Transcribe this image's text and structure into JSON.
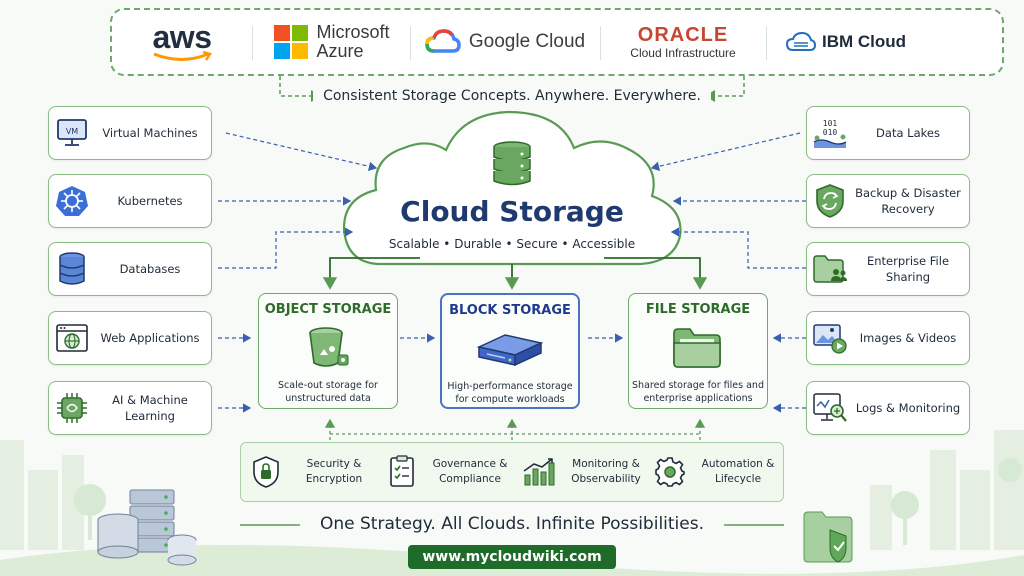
{
  "providers": [
    {
      "id": "aws",
      "label": "aws"
    },
    {
      "id": "azure",
      "line1": "Microsoft",
      "line2": "Azure"
    },
    {
      "id": "google",
      "label": "Google Cloud"
    },
    {
      "id": "oracle",
      "line1": "ORACLE",
      "line2": "Cloud Infrastructure"
    },
    {
      "id": "ibm",
      "label": "IBM Cloud"
    }
  ],
  "tagline_top": "Consistent Storage Concepts. Anywhere. Everywhere.",
  "cloud": {
    "title": "Cloud Storage",
    "subtitle": "Scalable • Durable • Secure • Accessible",
    "icon": "database-stack-icon"
  },
  "left_items": [
    {
      "label": "Virtual Machines",
      "icon": "vm-monitor-icon"
    },
    {
      "label": "Kubernetes",
      "icon": "kubernetes-icon"
    },
    {
      "label": "Databases",
      "icon": "database-icon"
    },
    {
      "label": "Web Applications",
      "icon": "web-browser-icon"
    },
    {
      "label": "AI & Machine Learning",
      "icon": "ai-chip-icon"
    }
  ],
  "right_items": [
    {
      "label": "Data Lakes",
      "icon": "data-lake-icon"
    },
    {
      "label": "Backup & Disaster Recovery",
      "icon": "shield-sync-icon"
    },
    {
      "label": "Enterprise File Sharing",
      "icon": "shared-folder-icon"
    },
    {
      "label": "Images & Videos",
      "icon": "media-icon"
    },
    {
      "label": "Logs & Monitoring",
      "icon": "log-search-icon"
    }
  ],
  "storage_types": [
    {
      "title": "OBJECT STORAGE",
      "desc": "Scale-out storage for unstructured data",
      "icon": "bucket-icon"
    },
    {
      "title": "BLOCK STORAGE",
      "desc": "High-performance storage for compute workloads",
      "icon": "block-device-icon"
    },
    {
      "title": "FILE STORAGE",
      "desc": "Shared storage for files and enterprise applications",
      "icon": "folder-icon"
    }
  ],
  "features": [
    {
      "label": "Security & Encryption",
      "icon": "lock-shield-icon"
    },
    {
      "label": "Governance & Compliance",
      "icon": "checklist-icon"
    },
    {
      "label": "Monitoring & Observability",
      "icon": "bar-chart-icon"
    },
    {
      "label": "Automation & Lifecycle",
      "icon": "gear-icon"
    }
  ],
  "slogan": "One Strategy. All Clouds. Infinite Possibilities.",
  "url": "www.mycloudwiki.com",
  "colors": {
    "green": "#5b9a55",
    "dark_green": "#1f6b2a",
    "navy": "#1f3a6e",
    "blue": "#4d73c4",
    "link_blue": "#3a5fb0"
  }
}
